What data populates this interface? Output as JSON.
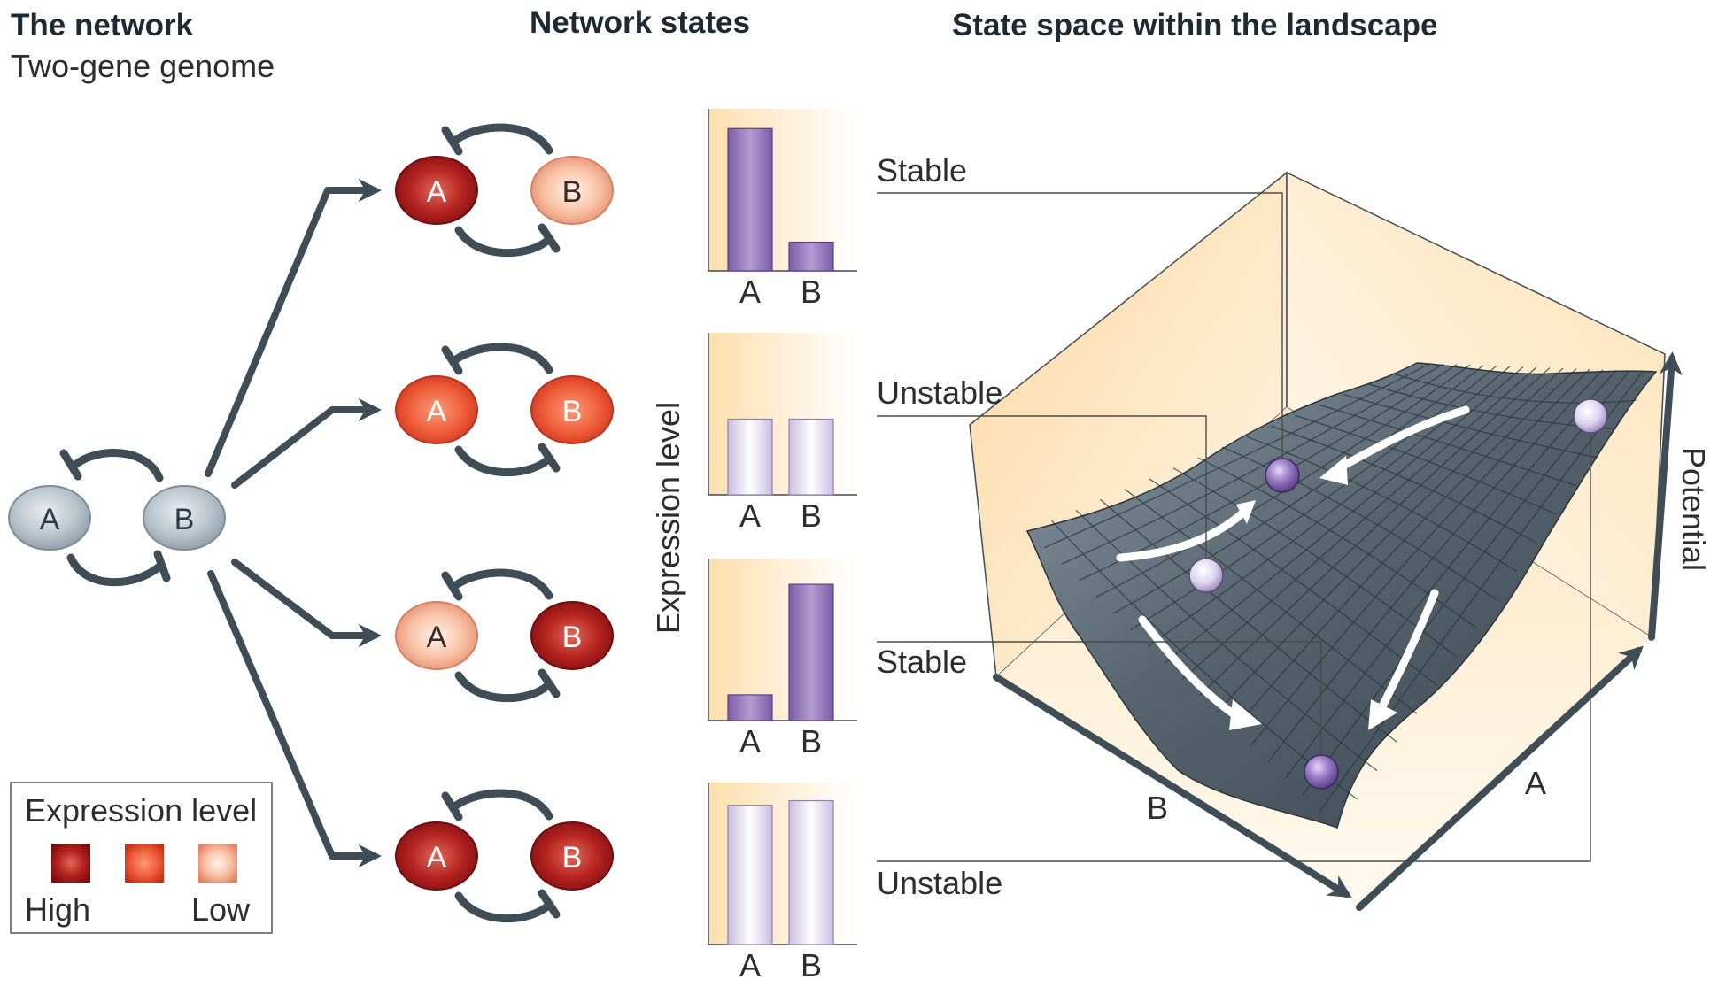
{
  "headings": {
    "network_title": "The network",
    "network_subtitle": "Two-gene genome",
    "states_title": "Network states",
    "landscape_title": "State space within the landscape"
  },
  "genes": {
    "a": "A",
    "b": "B"
  },
  "network_states": [
    {
      "a_level": "high",
      "b_level": "low",
      "bar_a": 0.94,
      "bar_b": 0.19,
      "stability": "Stable"
    },
    {
      "a_level": "mid",
      "b_level": "mid",
      "bar_a": 0.5,
      "bar_b": 0.5,
      "stability": "Unstable"
    },
    {
      "a_level": "low",
      "b_level": "high",
      "bar_a": 0.17,
      "bar_b": 0.9,
      "stability": "Stable"
    },
    {
      "a_level": "high",
      "b_level": "high",
      "bar_a": 0.92,
      "bar_b": 0.95,
      "stability": "Unstable"
    }
  ],
  "bar_axis_label": "Expression level",
  "legend": {
    "title": "Expression level",
    "high": "High",
    "low": "Low"
  },
  "landscape_axes": {
    "a": "A",
    "b": "B",
    "potential": "Potential"
  },
  "colors": {
    "dark_slate": "#3f4d57",
    "high_red": "#a8191e",
    "mid_red": "#ea5132",
    "low_peach": "#f4b194",
    "grey_gene": "#b9c4cc",
    "purple_bar": "#9479b7",
    "pale_bar": "#dcd5ea",
    "panel_bg": "#fde9c4"
  }
}
